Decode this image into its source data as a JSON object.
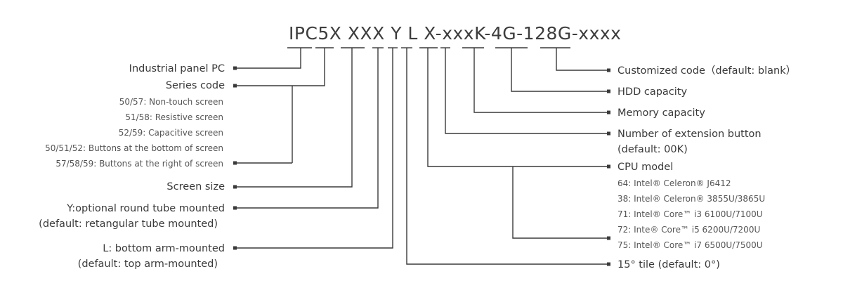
{
  "code": "IPC5X XXX Y L X-xxxK-4G-128G-xxxx",
  "left": {
    "panel_pc": "Industrial panel PC",
    "series_code": "Series code",
    "series_opt_1": "50/57: Non-touch screen",
    "series_opt_2": "51/58: Resistive screen",
    "series_opt_3": "52/59: Capacitive screen",
    "series_opt_4": "50/51/52:  Buttons at the bottom of screen",
    "series_opt_5": "57/58/59:  Buttons at the right of screen",
    "screen_size": "Screen size",
    "y_line1": "Y:optional round tube mounted",
    "y_line2": "(default:  retangular tube mounted)",
    "l_line1": "L:  bottom arm-mounted",
    "l_line2": "(default: top arm-mounted)"
  },
  "right": {
    "customized": "Customized code（default:  blank）",
    "hdd": "HDD capacity",
    "memory": "Memory capacity",
    "ext_line1": "Number of extension button",
    "ext_line2": "(default:  00K)",
    "cpu": "CPU model",
    "cpu_opt_1": "64:  Intel® Celeron® J6412",
    "cpu_opt_2": "38:  Intel® Celeron® 3855U/3865U",
    "cpu_opt_3": "71:  Intel® Core™ i3 6100U/7100U",
    "cpu_opt_4": "72:  Inte® Core™ i5 6200U/7200U",
    "cpu_opt_5": "75:  Intel® Core™ i7 6500U/7500U",
    "tilt": "15° tile  (default:  0°)"
  },
  "colors": {
    "line": "#3a3a3a",
    "text": "#3a3a3a"
  }
}
